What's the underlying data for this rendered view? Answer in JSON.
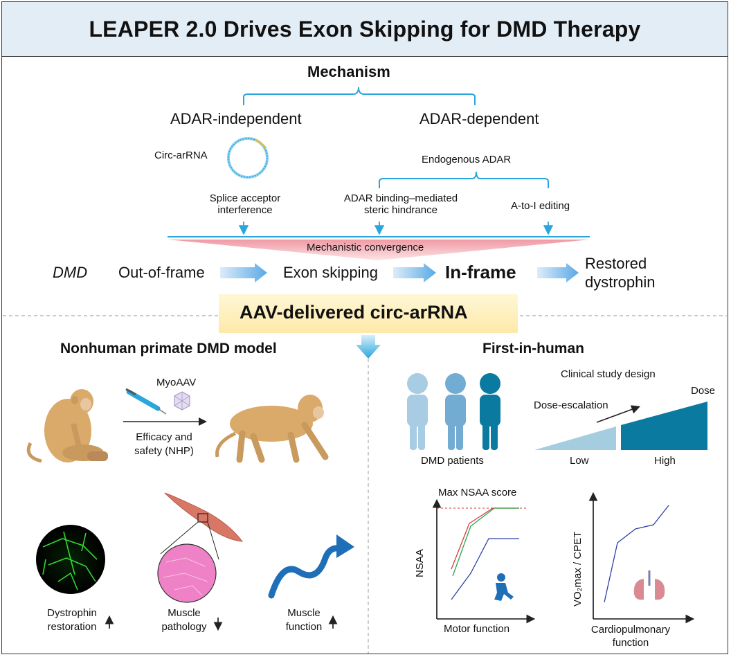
{
  "title": "LEAPER 2.0 Drives Exon Skipping for DMD Therapy",
  "mechanism": {
    "heading": "Mechanism",
    "left_branch": "ADAR-independent",
    "right_branch": "ADAR-dependent",
    "circ_label": "Circ-arRNA",
    "endogenous": "Endogenous ADAR",
    "mech1_line1": "Splice acceptor",
    "mech1_line2": "interference",
    "mech2_line1": "ADAR binding–mediated",
    "mech2_line2": "steric hindrance",
    "mech3": "A-to-I editing",
    "convergence": "Mechanistic convergence"
  },
  "flow": {
    "gene": "DMD",
    "step1": "Out-of-frame",
    "step2": "Exon skipping",
    "step3": "In-frame",
    "step4_line1": "Restored",
    "step4_line2": "dystrophin"
  },
  "delivery": "AAV-delivered circ-arRNA",
  "nhp": {
    "heading": "Nonhuman primate DMD model",
    "vector": "MyoAAV",
    "arrow_line1": "Efficacy and",
    "arrow_line2": "safety (NHP)",
    "out1_line1": "Dystrophin",
    "out1_line2": "restoration",
    "out2_line1": "Muscle",
    "out2_line2": "pathology",
    "out3_line1": "Muscle",
    "out3_line2": "function"
  },
  "human": {
    "heading": "First-in-human",
    "patients": "DMD patients",
    "design_title": "Clinical study design",
    "dose": "Dose",
    "escalation": "Dose-escalation",
    "low": "Low",
    "high": "High",
    "nsaa_top": "Max NSAA score",
    "nsaa_ylabel": "NSAA",
    "nsaa_xlabel": "Motor function",
    "vo2_ylabel": "VO₂max / CPET",
    "vo2_xlabel_line1": "Cardiopulmonary",
    "vo2_xlabel_line2": "function"
  },
  "colors": {
    "accent_blue": "#29a6dc",
    "teal": "#0b7aa1",
    "pink": "#e8a0aa",
    "title_bg": "#e3edf6"
  }
}
